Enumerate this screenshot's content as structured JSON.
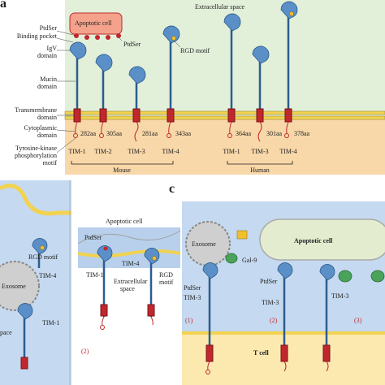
{
  "panel_a": {
    "letter": "a",
    "extracellular_label": "Extracellular space",
    "apoptotic_cell_label": "Apoptotic cell",
    "ptdser_label": "PtdSer",
    "rgd_motif_label": "RGD motif",
    "left_labels": [
      "PtdSer",
      "Binding pocket",
      "IgV",
      "domain",
      "Mucin",
      "domain",
      "Transmembrane",
      "domain",
      "Cytoplasmic",
      "domain",
      "Tyrosine-kinase",
      "phosphorylation",
      "motif"
    ],
    "lengths": [
      "282aa",
      "305aa",
      "281aa",
      "343aa",
      "364aa",
      "301aa",
      "378aa"
    ],
    "tims": [
      "TIM-1",
      "TIM-2",
      "TIM-3",
      "TIM-4",
      "TIM-1",
      "TIM-3",
      "TIM-4"
    ],
    "mouse_label": "Mouse",
    "human_label": "Human"
  },
  "panel_b_left": {
    "rgd_label": "RGD motif",
    "tim4_label": "TIM-4",
    "exosome_label": "Exosome",
    "tim1_label": "TIM-1",
    "space_label": "pace"
  },
  "panel_b": {
    "apoptotic_cell_label": "Apoptotic cell",
    "ptdser_label": "PtdSer",
    "tim4_label": "TIM-4",
    "tim1_label": "TIM-1",
    "rgd_label": "RGD",
    "motif_label": "motif",
    "extracellular_label": "Extracellular",
    "space_label": "space",
    "marker": "(2)"
  },
  "panel_c": {
    "letter": "c",
    "exosome_label": "Exosome",
    "gal9_label": "Gal-9",
    "apoptotic_cell_label": "Apoptotic cell",
    "ptdser_label": "PtdSer",
    "tim3_label": "TIM-3",
    "markers": [
      "(1)",
      "(2)",
      "(3)"
    ],
    "t_cell_label": "T cell"
  }
}
